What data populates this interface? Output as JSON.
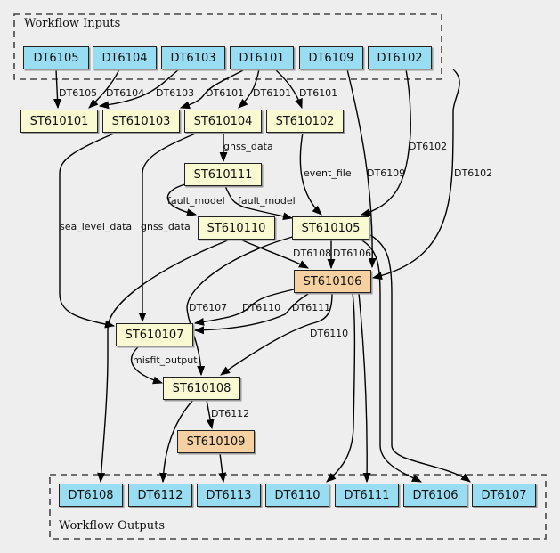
{
  "colors": {
    "data_node": "#99ddf3",
    "step_node": "#fafad2",
    "highlight_step_node": "#f5d0a0",
    "edge": "#000000",
    "cluster_border": "#444444",
    "background": "#eeeeee"
  },
  "clusters": {
    "inputs": {
      "label": "Workflow Inputs"
    },
    "outputs": {
      "label": "Workflow Outputs"
    }
  },
  "nodes": [
    {
      "id": "DT6105",
      "label": "DT6105",
      "kind": "data"
    },
    {
      "id": "DT6104",
      "label": "DT6104",
      "kind": "data"
    },
    {
      "id": "DT6103",
      "label": "DT6103",
      "kind": "data"
    },
    {
      "id": "DT6101",
      "label": "DT6101",
      "kind": "data"
    },
    {
      "id": "DT6109",
      "label": "DT6109",
      "kind": "data"
    },
    {
      "id": "DT6102",
      "label": "DT6102",
      "kind": "data"
    },
    {
      "id": "ST610101",
      "label": "ST610101",
      "kind": "step"
    },
    {
      "id": "ST610103",
      "label": "ST610103",
      "kind": "step"
    },
    {
      "id": "ST610104",
      "label": "ST610104",
      "kind": "step"
    },
    {
      "id": "ST610102",
      "label": "ST610102",
      "kind": "step"
    },
    {
      "id": "ST610111",
      "label": "ST610111",
      "kind": "step"
    },
    {
      "id": "ST610110",
      "label": "ST610110",
      "kind": "step"
    },
    {
      "id": "ST610105",
      "label": "ST610105",
      "kind": "step"
    },
    {
      "id": "ST610106",
      "label": "ST610106",
      "kind": "highlight"
    },
    {
      "id": "ST610107",
      "label": "ST610107",
      "kind": "step"
    },
    {
      "id": "ST610108",
      "label": "ST610108",
      "kind": "step"
    },
    {
      "id": "ST610109",
      "label": "ST610109",
      "kind": "highlight"
    },
    {
      "id": "DT6108",
      "label": "DT6108",
      "kind": "data"
    },
    {
      "id": "DT6112",
      "label": "DT6112",
      "kind": "data"
    },
    {
      "id": "DT6113",
      "label": "DT6113",
      "kind": "data"
    },
    {
      "id": "DT6110",
      "label": "DT6110",
      "kind": "data"
    },
    {
      "id": "DT6111",
      "label": "DT6111",
      "kind": "data"
    },
    {
      "id": "DT6106",
      "label": "DT6106",
      "kind": "data"
    },
    {
      "id": "DT6107",
      "label": "DT6107",
      "kind": "data"
    }
  ],
  "edges": [
    {
      "from": "DT6105",
      "to": "ST610101",
      "label": "DT6105"
    },
    {
      "from": "DT6104",
      "to": "ST610101",
      "label": "DT6104"
    },
    {
      "from": "DT6103",
      "to": "ST610101",
      "label": "DT6103"
    },
    {
      "from": "DT6101",
      "to": "ST610103",
      "label": "DT6101"
    },
    {
      "from": "DT6101",
      "to": "ST610104",
      "label": "DT6101"
    },
    {
      "from": "DT6101",
      "to": "ST610102",
      "label": "DT6101"
    },
    {
      "from": "ST610104",
      "to": "ST610111",
      "label": "gnss_data"
    },
    {
      "from": "ST610111",
      "to": "ST610110",
      "label": "fault_model"
    },
    {
      "from": "ST610111",
      "to": "ST610105",
      "label": "fault_model"
    },
    {
      "from": "ST610102",
      "to": "ST610105",
      "label": "event_file"
    },
    {
      "from": "DT6102",
      "to": "ST610105",
      "label": "DT6102"
    },
    {
      "from": "DT6109",
      "to": "ST610106",
      "label": "DT6109"
    },
    {
      "from": "DT6102",
      "to": "ST610106",
      "label": "DT6102"
    },
    {
      "from": "ST610110",
      "to": "ST610106",
      "label": "DT6108"
    },
    {
      "from": "ST610105",
      "to": "ST610106",
      "label": "DT6106"
    },
    {
      "from": "ST610101",
      "to": "ST610107",
      "label": "sea_level_data"
    },
    {
      "from": "ST610103",
      "to": "ST610107",
      "label": "gnss_data"
    },
    {
      "from": "ST610106",
      "to": "ST610107",
      "label": "DT6110"
    },
    {
      "from": "ST610106",
      "to": "ST610107",
      "label": "DT6111"
    },
    {
      "from": "ST610105",
      "to": "ST610108",
      "label": "DT6107"
    },
    {
      "from": "ST610106",
      "to": "ST610108",
      "label": "DT6110"
    },
    {
      "from": "ST610107",
      "to": "ST610108",
      "label": "misfit_output"
    },
    {
      "from": "ST610108",
      "to": "ST610109",
      "label": "DT6112"
    },
    {
      "from": "ST610110",
      "to": "DT6108",
      "label": ""
    },
    {
      "from": "ST610108",
      "to": "DT6112",
      "label": ""
    },
    {
      "from": "ST610109",
      "to": "DT6113",
      "label": ""
    },
    {
      "from": "ST610106",
      "to": "DT6110",
      "label": ""
    },
    {
      "from": "ST610106",
      "to": "DT6111",
      "label": ""
    },
    {
      "from": "ST610105",
      "to": "DT6106",
      "label": ""
    },
    {
      "from": "ST610105",
      "to": "DT6107",
      "label": ""
    }
  ]
}
